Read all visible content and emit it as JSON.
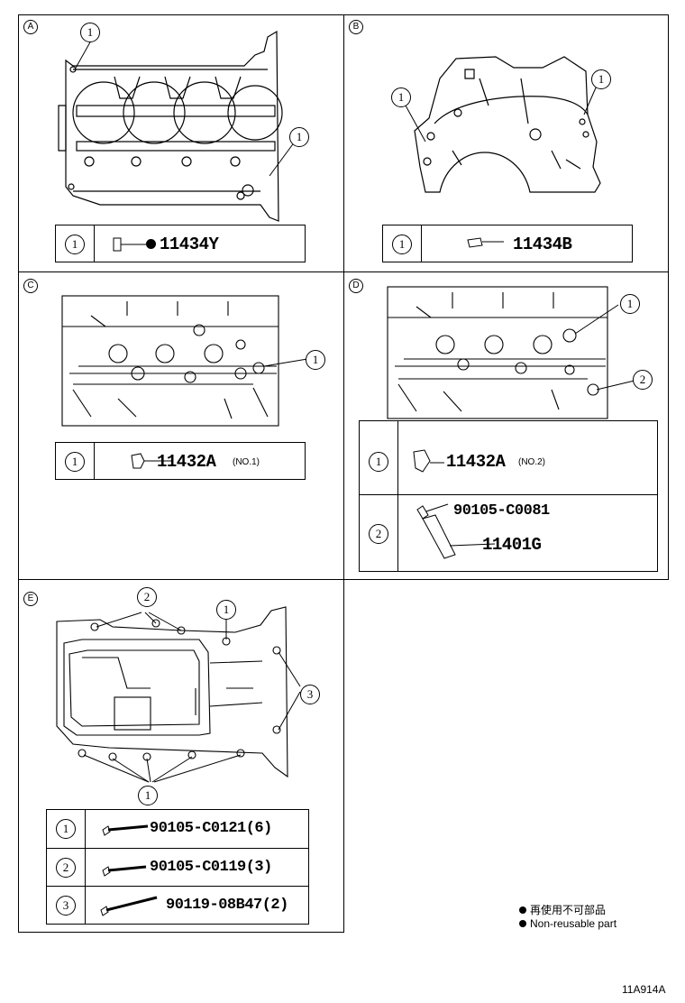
{
  "panels": {
    "a": {
      "letter": "A",
      "callout": "1",
      "legend": [
        {
          "num": "1",
          "part": "11434Y",
          "non_reusable": true
        }
      ]
    },
    "b": {
      "letter": "B",
      "callout": "1",
      "legend": [
        {
          "num": "1",
          "part": "11434B"
        }
      ]
    },
    "c": {
      "letter": "C",
      "callout": "1",
      "legend": [
        {
          "num": "1",
          "part": "11432A",
          "note": "(NO.1)"
        }
      ]
    },
    "d": {
      "letter": "D",
      "callouts": [
        "1",
        "2"
      ],
      "legend": [
        {
          "num": "1",
          "part": "11432A",
          "note": "(NO.2)"
        },
        {
          "num": "2",
          "part": "90105-C0081",
          "part2": "11401G"
        }
      ]
    },
    "e": {
      "letter": "E",
      "callouts": [
        "1",
        "2",
        "3"
      ],
      "legend": [
        {
          "num": "1",
          "part": "90105-C0121(6)"
        },
        {
          "num": "2",
          "part": "90105-C0119(3)"
        },
        {
          "num": "3",
          "part": "90119-08B47(2)"
        }
      ]
    }
  },
  "footnote": {
    "line1": "再使用不可部品",
    "line2": "Non-reusable part"
  },
  "figure_code": "11A914A"
}
